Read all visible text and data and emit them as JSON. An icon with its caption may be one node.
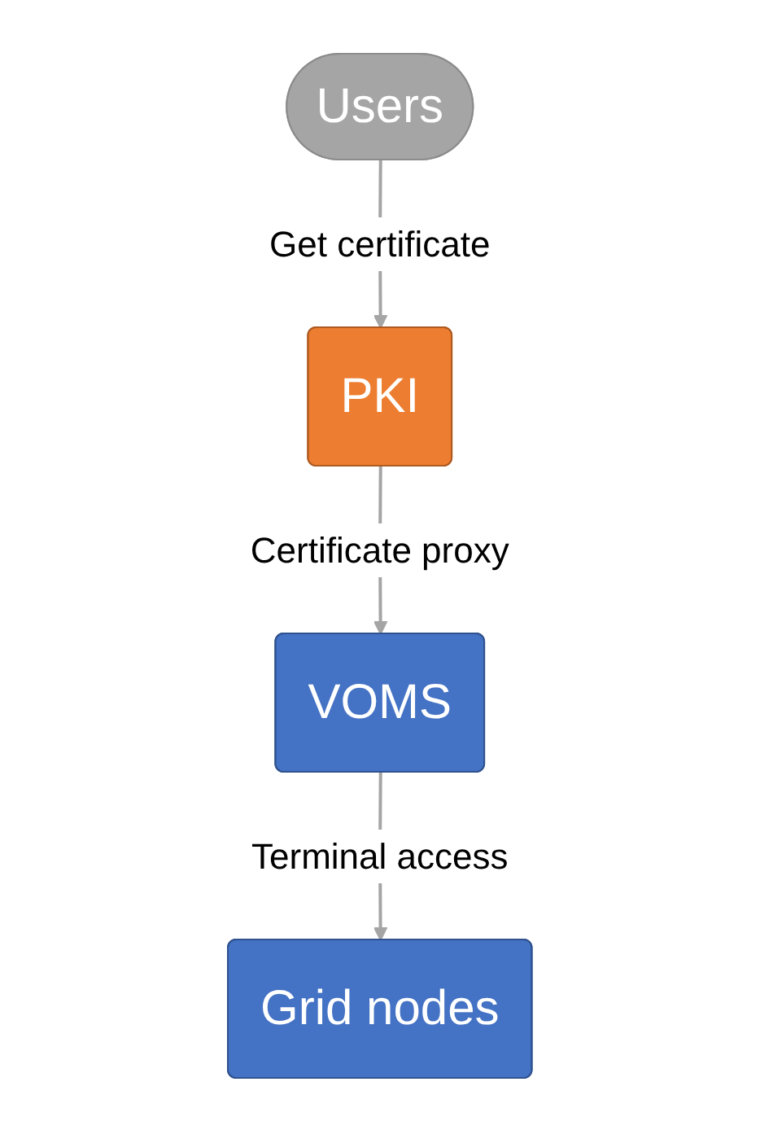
{
  "diagram": {
    "nodes": [
      {
        "text": [
          "Users"
        ]
      },
      {
        "text": [
          "PKI"
        ]
      },
      {
        "text": [
          "VOMS"
        ]
      },
      {
        "text": [
          "Grid nodes"
        ]
      }
    ],
    "edges": [
      {
        "from": 0,
        "to": 1,
        "arrow": "to",
        "label": "Get certificate"
      },
      {
        "from": 1,
        "to": 2,
        "arrow": "to",
        "label": "Certificate proxy"
      },
      {
        "from": 2,
        "to": 3,
        "arrow": "to",
        "label": "Terminal access"
      }
    ]
  }
}
